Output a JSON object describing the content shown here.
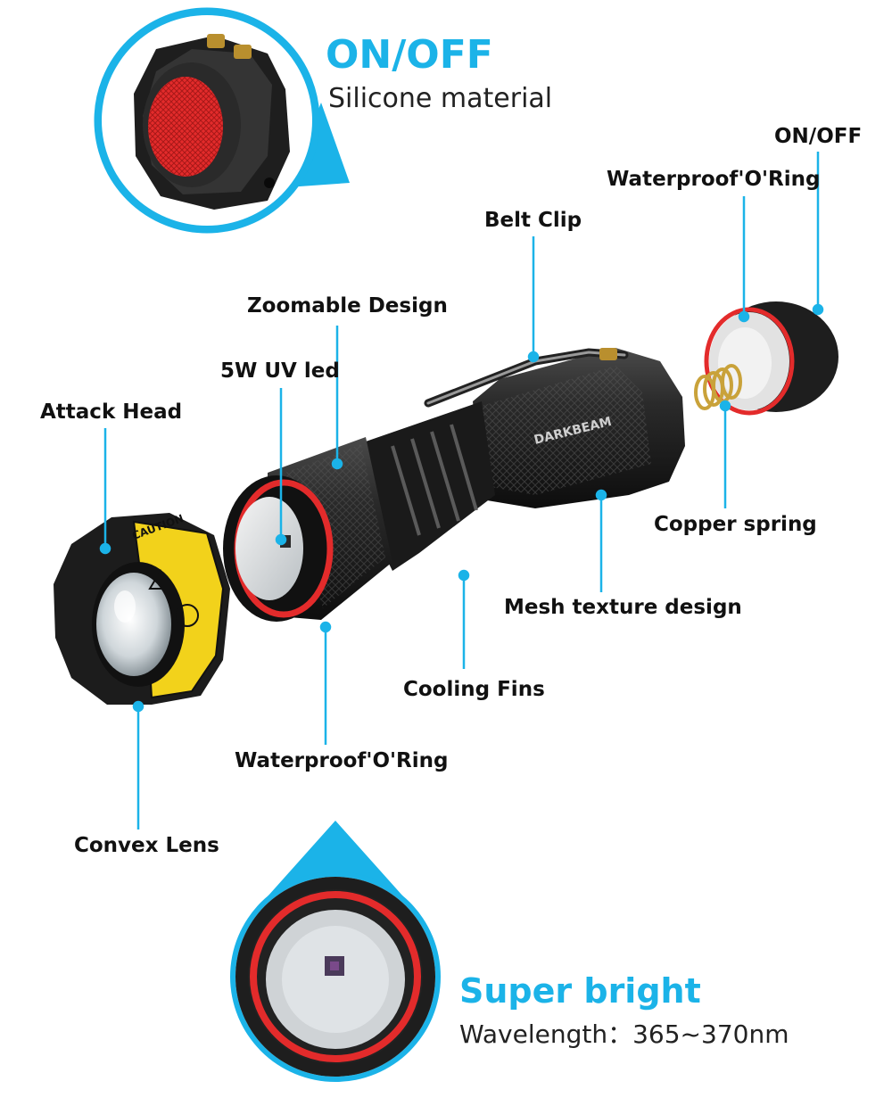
{
  "callouts": {
    "switch": {
      "title": "ON/OFF",
      "subtitle": "Silicone material"
    },
    "bright": {
      "title": "Super bright",
      "subtitle": "Wavelength：365~370nm"
    }
  },
  "brand_text": "DARKBEAM",
  "caution_text": "CAUTION",
  "labels": {
    "on_off": "ON/OFF",
    "waterproof_oring_top": "Waterproof'O'Ring",
    "belt_clip": "Belt Clip",
    "zoomable_design": "Zoomable Design",
    "uv_led": "5W UV led",
    "attack_head": "Attack Head",
    "copper_spring": "Copper spring",
    "mesh_texture": "Mesh texture design",
    "cooling_fins": "Cooling Fins",
    "waterproof_oring_bottom": "Waterproof'O'Ring",
    "convex_lens": "Convex Lens"
  },
  "colors": {
    "accent": "#1bb3e8",
    "ring_red": "#e32b2b",
    "body_black": "#1c1c1c",
    "caution_yellow": "#f2d21b"
  }
}
